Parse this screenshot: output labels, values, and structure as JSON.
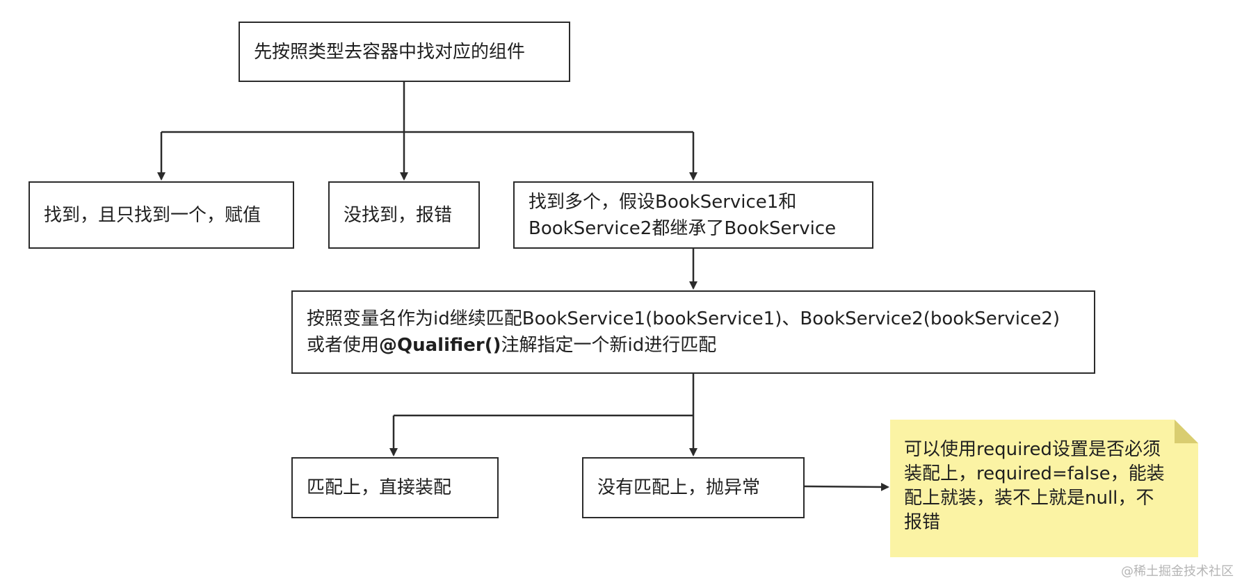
{
  "nodes": {
    "root": "先按照类型去容器中找对应的组件",
    "found_one": "找到，且只找到一个，赋值",
    "not_found": "没找到，报错",
    "found_many": {
      "line1": "找到多个，假设BookService1和",
      "line2": "BookService2都继承了BookService"
    },
    "match_by_name": {
      "line1": "按照变量名作为id继续匹配BookService1(bookService1)、BookService2(bookService2)",
      "line2_prefix": "或者使用",
      "line2_bold": "@Qualifier()",
      "line2_suffix": "注解指定一个新id进行匹配"
    },
    "matched": "匹配上，直接装配",
    "not_matched": "没有匹配上，抛异常"
  },
  "note": {
    "line1": "可以使用required设置是否必须",
    "line2": "装配上，required=false，能装",
    "line3": "配上就装，装不上就是null，不",
    "line4": "报错"
  },
  "watermark": "@稀土掘金技术社区",
  "colors": {
    "line": "#2b2b2b",
    "note_bg": "#fbf3a4",
    "note_fold": "#d9cd70"
  }
}
